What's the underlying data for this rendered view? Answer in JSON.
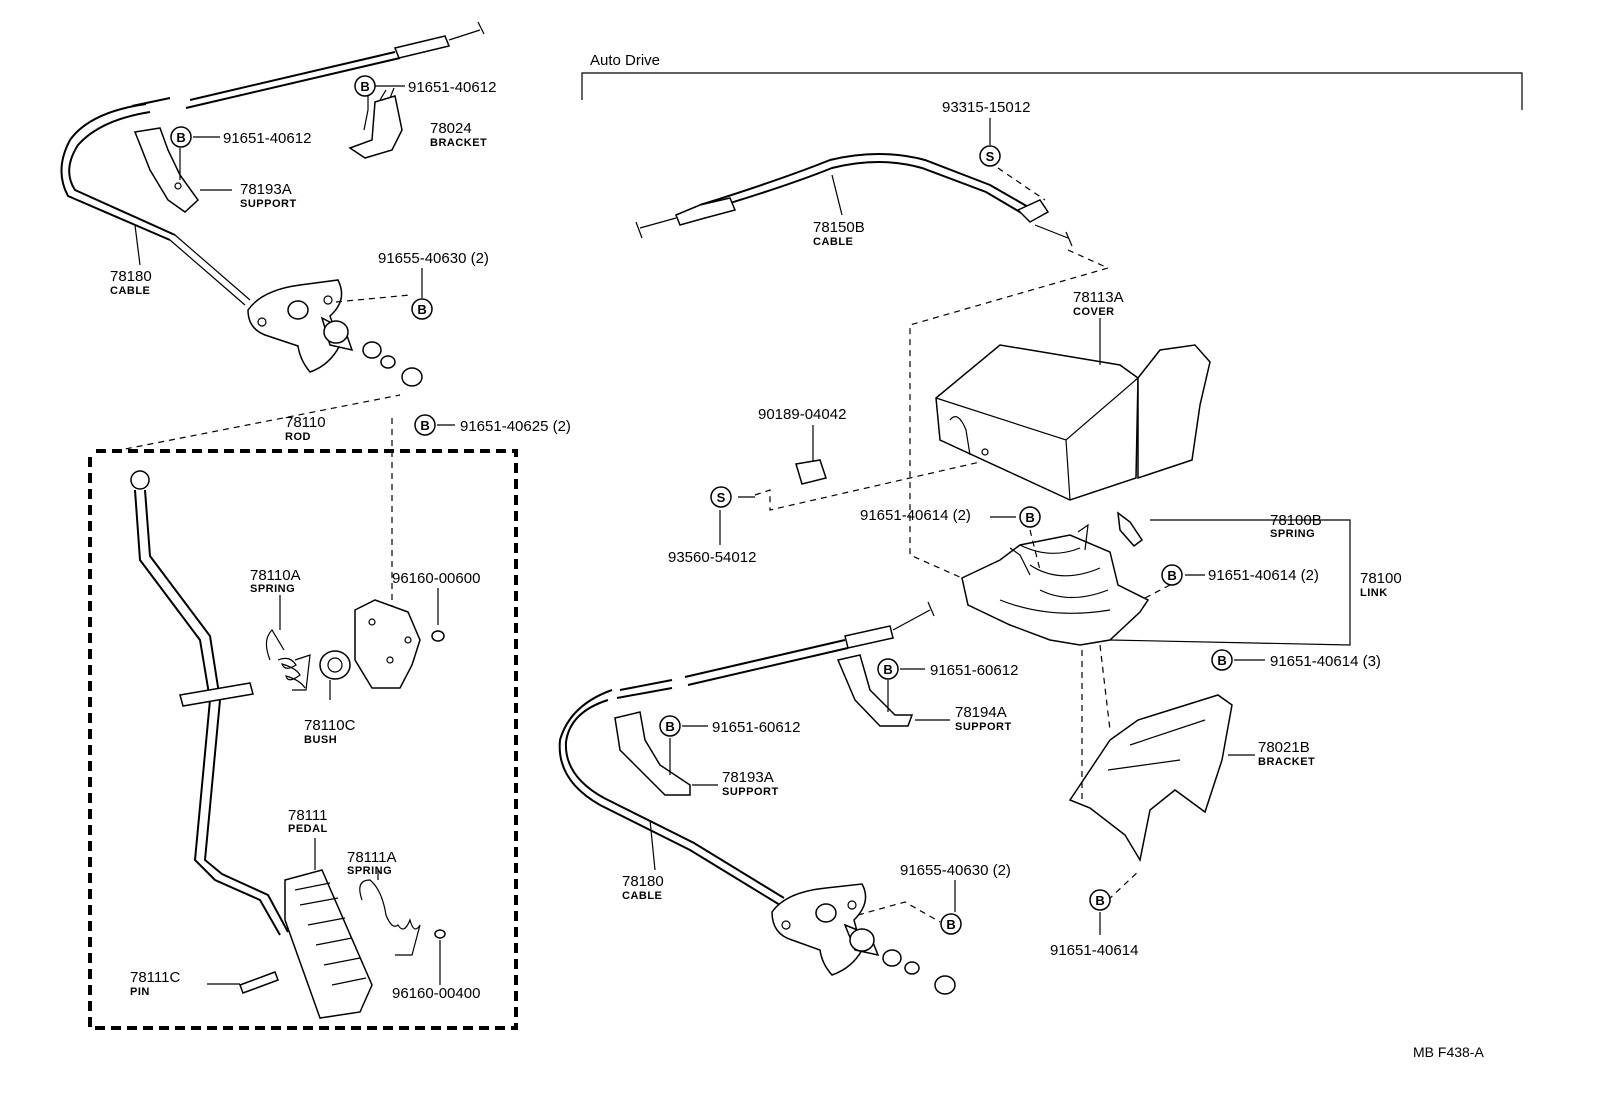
{
  "diagram": {
    "auto_drive_title": "Auto Drive",
    "corner_code": "MB  F438-A",
    "badge_letters": {
      "bolt": "B",
      "screw": "S"
    },
    "labels": {
      "l01": "91651-40612",
      "l02": "78024",
      "l02n": "BRACKET",
      "l03": "91651-40612",
      "l04": "78193A",
      "l04n": "SUPPORT",
      "l05": "78180",
      "l05n": "CABLE",
      "l06": "91655-40630 (2)",
      "l07": "78110",
      "l07n": "ROD",
      "l08": "91651-40625 (2)",
      "l09": "78110A",
      "l09n": "SPRING",
      "l10": "96160-00600",
      "l11": "78110C",
      "l11n": "BUSH",
      "l12": "78111",
      "l12n": "PEDAL",
      "l13": "78111A",
      "l13n": "SPRING",
      "l14": "78111C",
      "l14n": "PIN",
      "l15": "96160-00400",
      "r01": "93315-15012",
      "r02": "78150B",
      "r02n": "CABLE",
      "r03": "78113A",
      "r03n": "COVER",
      "r04": "90189-04042",
      "r05": "93560-54012",
      "r06": "91651-40614 (2)",
      "r07": "78100B",
      "r07n": "SPRING",
      "r08": "91651-40614 (2)",
      "r09": "78100",
      "r09n": "LINK",
      "r10": "91651-60612",
      "r11": "78194A",
      "r11n": "SUPPORT",
      "r12": "91651-40614 (3)",
      "r13": "91651-60612",
      "r14": "78193A",
      "r14n": "SUPPORT",
      "r15": "78021B",
      "r15n": "BRACKET",
      "r16": "78180",
      "r16n": "CABLE",
      "r17": "91655-40630 (2)",
      "r18": "91651-40614"
    }
  }
}
